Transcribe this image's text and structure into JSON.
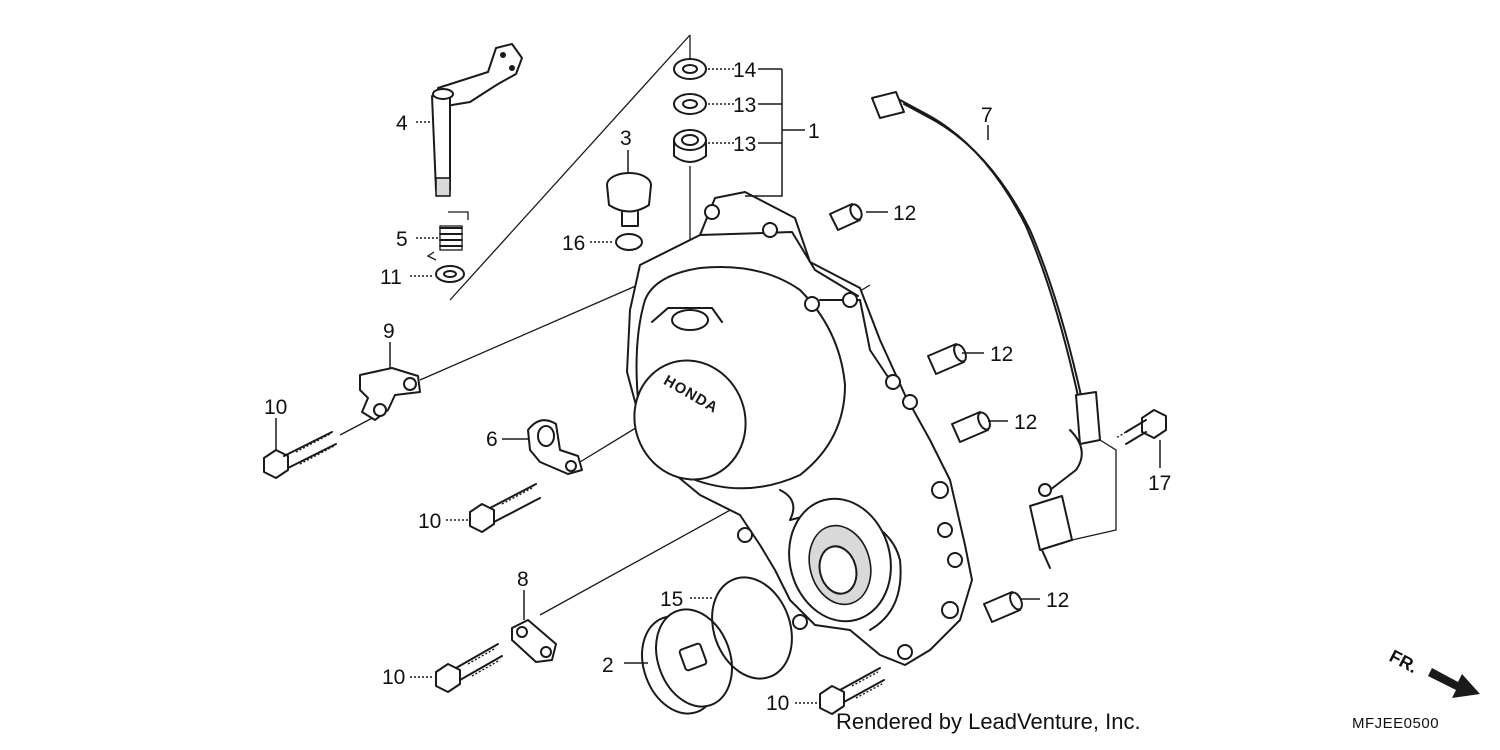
{
  "diagram": {
    "callouts": {
      "c1": "1",
      "c2": "2",
      "c3": "3",
      "c4": "4",
      "c5": "5",
      "c6": "6",
      "c7": "7",
      "c8": "8",
      "c9": "9",
      "c10a": "10",
      "c10b": "10",
      "c10c": "10",
      "c10d": "10",
      "c11": "11",
      "c12a": "12",
      "c12b": "12",
      "c12c": "12",
      "c12d": "12",
      "c13a": "13",
      "c13b": "13",
      "c14": "14",
      "c15": "15",
      "c16": "16",
      "c17": "17"
    },
    "direction_label": "FR.",
    "credit": "Rendered by LeadVenture, Inc.",
    "diagram_code": "MFJEE0500"
  }
}
